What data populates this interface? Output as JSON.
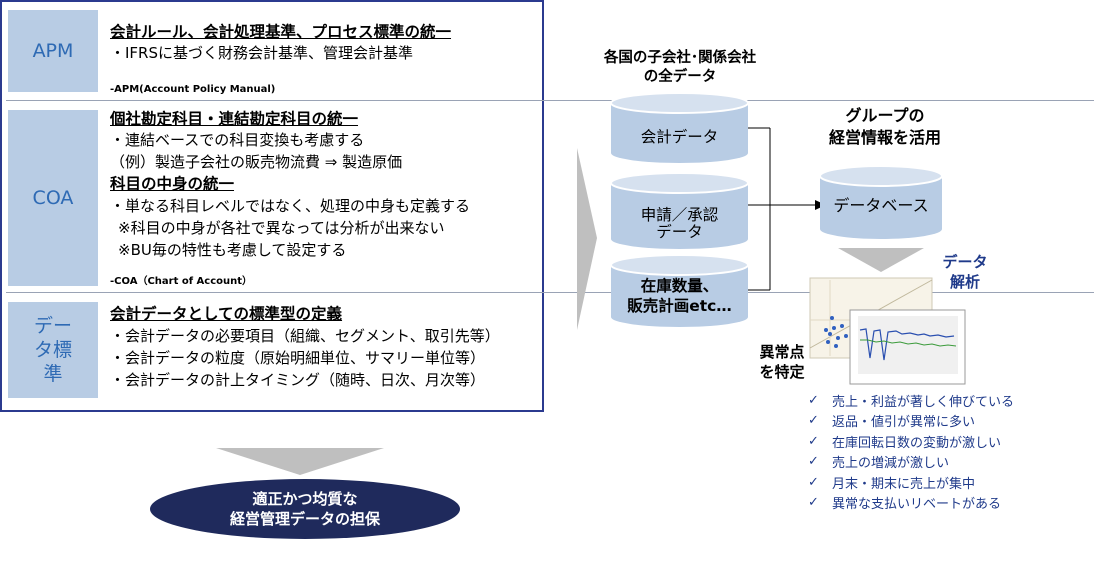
{
  "left_panel": {
    "sections": [
      {
        "label": "APM",
        "heading": "会計ルール、会計処理基準、プロセス標準の統一",
        "lines": [
          "・IFRSに基づく財務会計基準、管理会計基準"
        ],
        "note": "-APM(Account Policy Manual)"
      },
      {
        "label": "COA",
        "heading": "個社勘定科目・連結勘定科目の統一",
        "lines": [
          "・連結ベースでの科目変換も考慮する",
          "（例）製造子会社の販売物流費 ⇒ 製造原価"
        ],
        "heading2": "科目の中身の統一",
        "lines2": [
          "・単なる科目レベルではなく、処理の中身も定義する",
          "※科目の中身が各社で異なっては分析が出来ない",
          "※BU毎の特性も考慮して設定する"
        ],
        "note": "-COA（Chart of Account）"
      },
      {
        "label": "データ標準",
        "heading": "会計データとしての標準型の定義",
        "lines": [
          "・会計データの必要項目（組織、セグメント、取引先等）",
          "・会計データの粒度（原始明細単位、サマリー単位等）",
          "・会計データの計上タイミング（随時、日次、月次等）"
        ]
      }
    ]
  },
  "bottom_ellipse": {
    "line1": "適正かつ均質な",
    "line2": "経営管理データの担保"
  },
  "sources_title": {
    "line1": "各国の子会社･関係会社",
    "line2": "の全データ"
  },
  "cylinders": [
    {
      "line1": "会計データ",
      "line2": ""
    },
    {
      "line1": "申請／承認",
      "line2": "データ"
    },
    {
      "line1": "在庫数量、",
      "line2": "販売計画etc…"
    }
  ],
  "group_title": {
    "line1": "グループの",
    "line2": "経営情報を活用"
  },
  "database_label": "データベース",
  "analysis_label": {
    "line1": "データ",
    "line2": "解析"
  },
  "anomaly_label": {
    "line1": "異常点",
    "line2": "を特定"
  },
  "checklist": [
    "売上・利益が著しく伸びている",
    "返品・値引が異常に多い",
    "在庫回転日数の変動が激しい",
    "売上の増減が激しい",
    "月末・期末に売上が集中",
    "異常な支払いリベートがある"
  ],
  "colors": {
    "border": "#2b3a8f",
    "label_bg": "#b8cce4",
    "label_text": "#2e6ab4",
    "cylinder": "#b8cce4",
    "ellipse": "#1f2a5c",
    "check_text": "#1f3a8a"
  }
}
